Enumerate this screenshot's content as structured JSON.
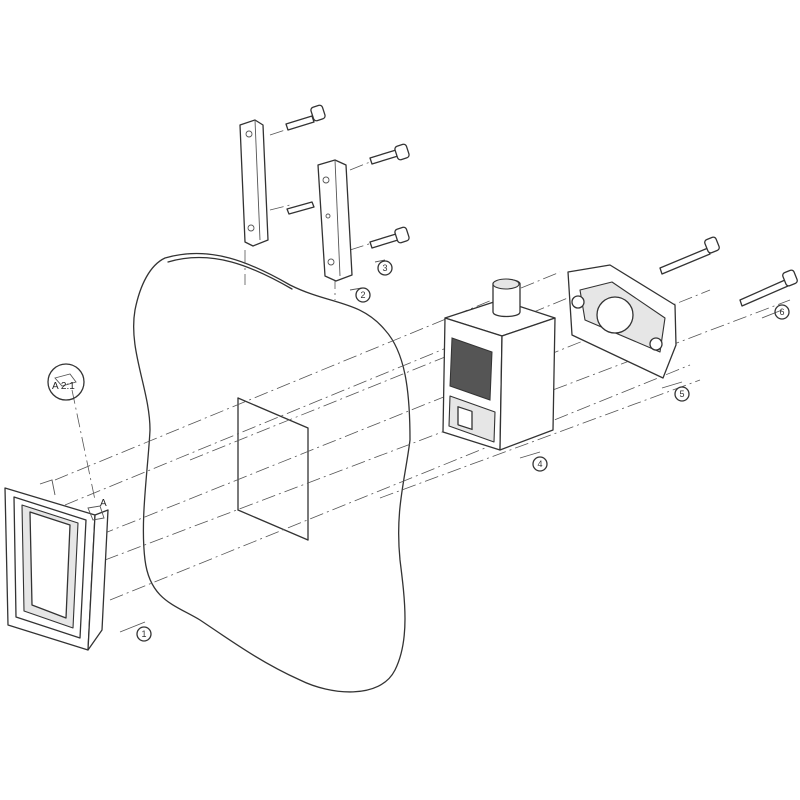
{
  "callouts": [
    "1",
    "2",
    "3",
    "4",
    "5",
    "6"
  ],
  "detail_label": "A 2:1",
  "detail_marker": "A"
}
